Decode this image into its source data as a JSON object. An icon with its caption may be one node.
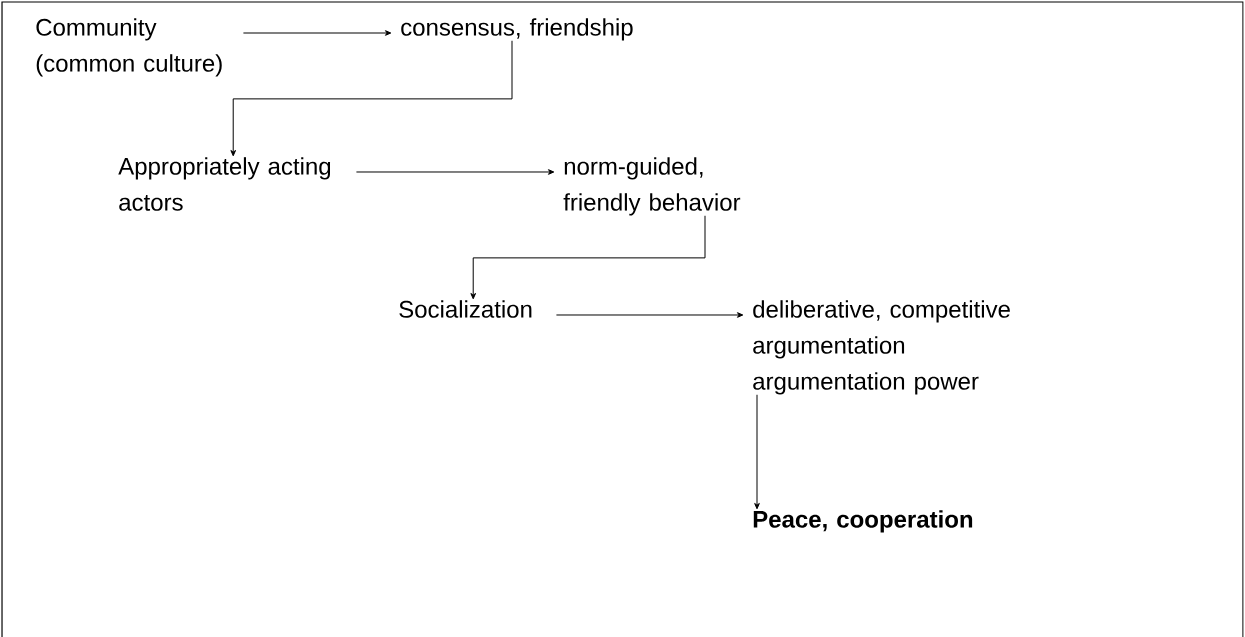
{
  "diagram": {
    "nodes": [
      {
        "text": [
          "Community (common culture)"
        ]
      },
      {
        "text": [
          "consensus, friendship"
        ]
      },
      {
        "text": [
          "Appropriately acting actors"
        ]
      },
      {
        "text": [
          "norm-guided, friendly behavior"
        ]
      },
      {
        "text": [
          "Socialization"
        ]
      },
      {
        "text": [
          "deliberative, competitive argumentation argumentation power"
        ]
      },
      {
        "text": [
          "Peace, cooperation"
        ]
      }
    ],
    "edges": [
      {
        "from": 0,
        "to": 1,
        "arrow": "to"
      },
      {
        "from": 1,
        "to": 2,
        "arrow": "to"
      },
      {
        "from": 2,
        "to": 3,
        "arrow": "to"
      },
      {
        "from": 3,
        "to": 4,
        "arrow": "to"
      },
      {
        "from": 4,
        "to": 5,
        "arrow": "to"
      },
      {
        "from": 5,
        "to": 6,
        "arrow": "to"
      }
    ]
  }
}
